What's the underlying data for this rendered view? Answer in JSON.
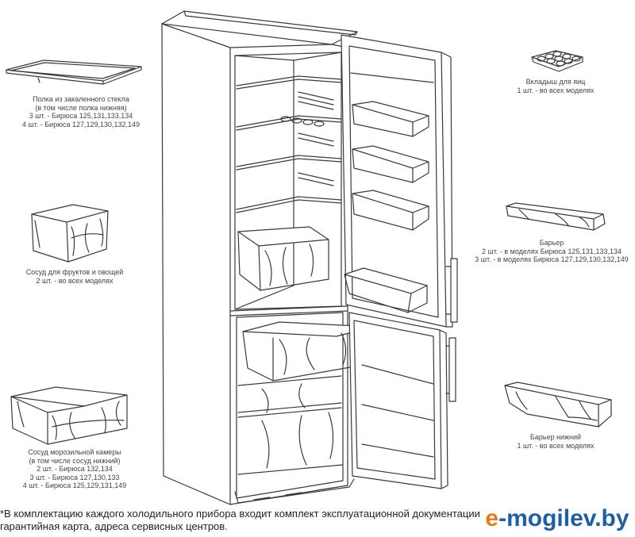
{
  "labels": {
    "shelf": {
      "lines": [
        "Полка из закаленного стекла",
        "(в том числе полка нижняя)",
        "3 шт. - Бирюса 125,131,133,134",
        "4 шт. - Бирюса 127,129,130,132,149"
      ]
    },
    "fruit_box": {
      "lines": [
        "Сосуд для фруктов и овощей",
        "2 шт. - во всех моделях"
      ]
    },
    "freezer_box": {
      "lines": [
        "Сосуд морозильной камеры",
        "(в том числе сосуд нижний)",
        "2 шт. - Бирюса 132,134",
        "3 шт. - Бирюса 127,130,133",
        "4 шт. - Бирюса 125,129,131,149"
      ]
    },
    "egg_tray": {
      "lines": [
        "Вкладыш для яиц",
        "1 шт. - во всех моделях"
      ]
    },
    "barrier": {
      "lines": [
        "Барьер",
        "2 шт. - в моделях Бирюса 125,131,133,134",
        "3 шт. - в моделях Бирюса 127,129,130,132,149"
      ]
    },
    "barrier_bottom": {
      "lines": [
        "Барьер нижний",
        "1 шт. - во всех моделях"
      ]
    }
  },
  "footnote": {
    "line1": "*В комплектацию каждого холодильного прибора входит комплект эксплуатационной документации",
    "line2": "гарантийная карта, адреса сервисных центров."
  },
  "watermark": {
    "e": "e",
    "rest": "-mogilev.by"
  },
  "colors": {
    "line": "#3a3a3a",
    "logo_orange": "#e87a1a",
    "logo_blue": "#1d5fa7"
  }
}
